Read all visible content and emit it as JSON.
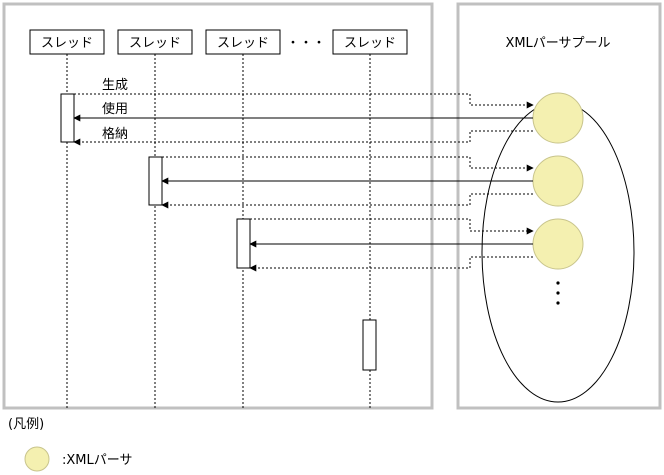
{
  "threads": [
    {
      "label": "スレッド"
    },
    {
      "label": "スレッド"
    },
    {
      "label": "スレッド"
    },
    {
      "label": "スレッド"
    }
  ],
  "thread_ellipsis": "・・・",
  "pool": {
    "title": "XMLパーサプール",
    "ellipsis": "・・・"
  },
  "messages": {
    "create": "生成",
    "use": "使用",
    "store": "格納"
  },
  "legend": {
    "title": "(凡例)",
    "parser_label": ":XMLパーサ"
  },
  "colors": {
    "frame": "#c0c0c0",
    "parser_fill": "#f4f0b0",
    "parser_stroke": "#c8c48c",
    "line": "#000000"
  }
}
